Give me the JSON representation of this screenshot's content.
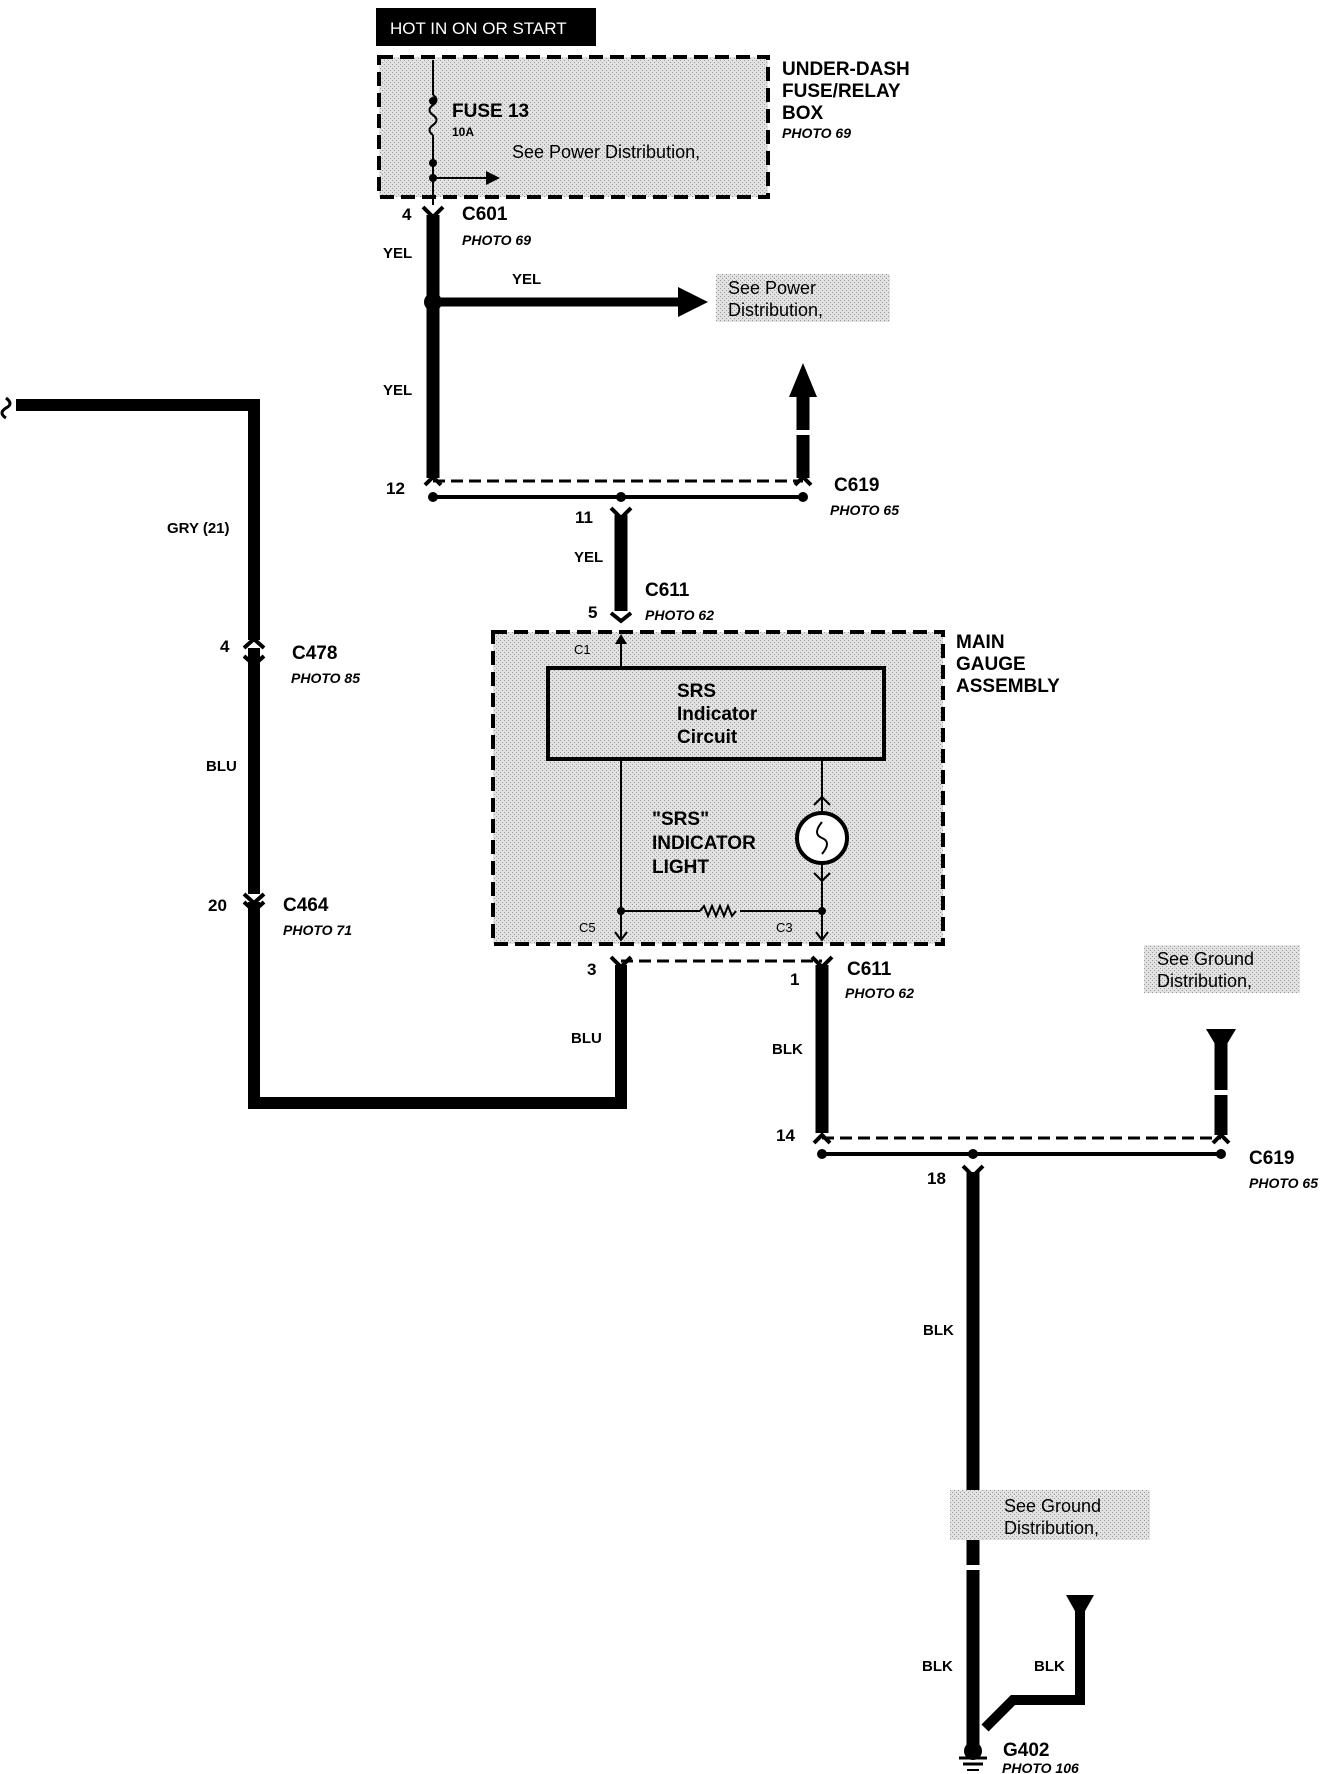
{
  "header": {
    "hot_label": "HOT IN ON OR START"
  },
  "fuse_box": {
    "title_1": "UNDER-DASH",
    "title_2": "FUSE/RELAY",
    "title_3": "BOX",
    "photo": "PHOTO 69",
    "fuse_name": "FUSE 13",
    "fuse_rating": "10A",
    "see_power": "See Power Distribution,"
  },
  "c601": {
    "name": "C601",
    "photo": "PHOTO 69",
    "pin": "4"
  },
  "wires": {
    "yel_1": "YEL",
    "yel_2": "YEL",
    "yel_3": "YEL",
    "yel_4": "YEL",
    "gry": "GRY (21)",
    "blu_1": "BLU",
    "blu_2": "BLU",
    "blk_1": "BLK",
    "blk_2": "BLK",
    "blk_3": "BLK",
    "blk_4": "BLK"
  },
  "see_power_box": {
    "line_1": "See Power",
    "line_2": "Distribution,"
  },
  "c619_top": {
    "name": "C619",
    "photo": "PHOTO 65",
    "pin_12": "12",
    "pin_11": "11"
  },
  "c611_top": {
    "name": "C611",
    "photo": "PHOTO 62",
    "pin": "5"
  },
  "c478": {
    "name": "C478",
    "photo": "PHOTO 85",
    "pin": "4"
  },
  "c464": {
    "name": "C464",
    "photo": "PHOTO 71",
    "pin": "20"
  },
  "gauge": {
    "title_1": "MAIN",
    "title_2": "GAUGE",
    "title_3": "ASSEMBLY",
    "circuit_1": "SRS",
    "circuit_2": "Indicator",
    "circuit_3": "Circuit",
    "light_1": "\"SRS\"",
    "light_2": "INDICATOR",
    "light_3": "LIGHT",
    "c1": "C1",
    "c5": "C5",
    "c3": "C3"
  },
  "c611_bottom": {
    "name": "C611",
    "photo": "PHOTO 62",
    "pin_3": "3",
    "pin_1": "1"
  },
  "see_ground_1": {
    "line_1": "See Ground",
    "line_2": "Distribution,"
  },
  "c619_bottom": {
    "name": "C619",
    "photo": "PHOTO 65",
    "pin_14": "14",
    "pin_18": "18"
  },
  "see_ground_2": {
    "line_1": "See Ground",
    "line_2": "Distribution,"
  },
  "g402": {
    "name": "G402",
    "photo": "PHOTO 106"
  }
}
